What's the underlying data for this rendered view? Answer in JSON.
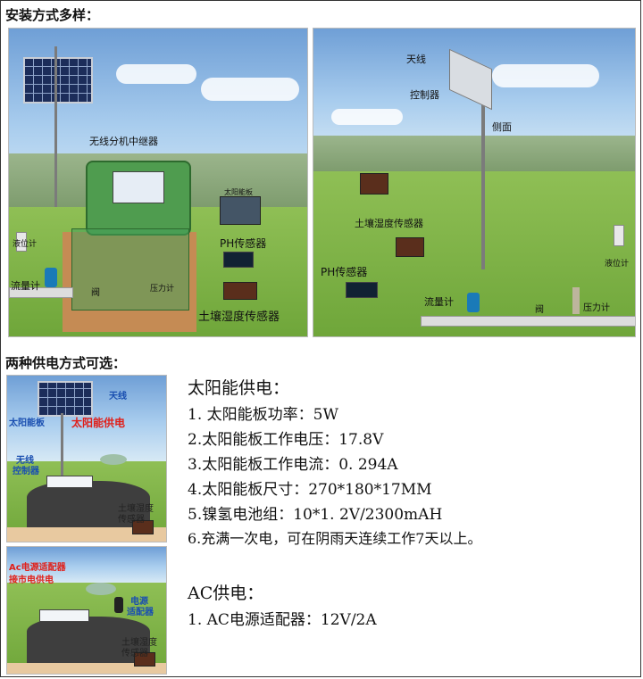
{
  "section1_title": "安装方式多样：",
  "section2_title": "两种供电方式可选：",
  "panel_left": {
    "relay_label": "无线分机中继器",
    "solar_board_label": "太阳能板",
    "level_label": "液位计",
    "ph_label": "PH传感器",
    "flow_label": "流量计",
    "valve_label": "阀",
    "pressure_label": "压力计",
    "soil_label": "土壤湿度传感器"
  },
  "panel_right": {
    "antenna_label": "天线",
    "controller_label": "控制器",
    "side_label": "侧面",
    "soil_label": "土壤湿度传感器",
    "ph_label": "PH传感器",
    "flow_label": "流量计",
    "valve_label": "阀",
    "pressure_label": "压力计",
    "level_label": "液位计"
  },
  "solar_diagram": {
    "antenna": "天线",
    "panel": "太阳能板",
    "power": "太阳能供电",
    "wireless": "无线",
    "controller": "控制器",
    "soil1": "土壤湿度",
    "soil2": "传感器"
  },
  "ac_diagram": {
    "adapter1": "Ac电源适配器",
    "adapter2": "接市电供电",
    "power1": "电源",
    "power2": "适配器",
    "soil1": "土壤湿度",
    "soil2": "传感器"
  },
  "solar_specs": {
    "heading": "太阳能供电：",
    "items": [
      "1. 太阳能板功率：5W",
      "2.太阳能板工作电压：17.8V",
      "3.太阳能板工作电流：0. 294A",
      "4.太阳能板尺寸：270*180*17MM",
      "5.镍氢电池组：10*1. 2V/2300mAH",
      "6.充满一次电，可在阴雨天连续工作7天以上。"
    ]
  },
  "ac_specs": {
    "heading": "AC供电：",
    "items": [
      "1. AC电源适配器：12V/2A"
    ]
  },
  "colors": {
    "red": "#e0201a",
    "blue": "#1a4fb0",
    "green_box": "#3a8a3a"
  }
}
